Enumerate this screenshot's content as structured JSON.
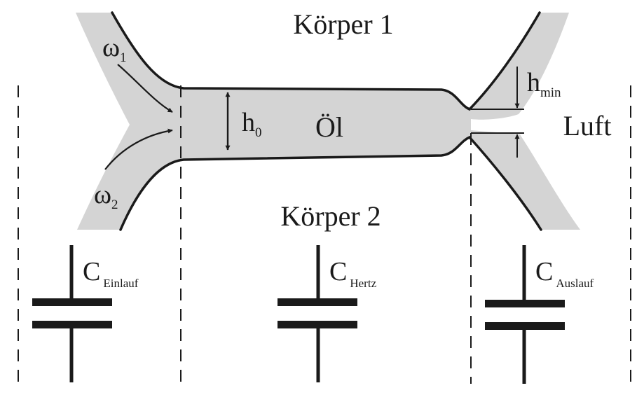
{
  "body1": {
    "label": "Körper 1"
  },
  "body2": {
    "label": "Körper 2"
  },
  "oil": {
    "label": "Öl"
  },
  "air": {
    "label": "Luft"
  },
  "omega1": {
    "symbol": "ω",
    "index": "1"
  },
  "omega2": {
    "symbol": "ω",
    "index": "2"
  },
  "h0": {
    "symbol": "h",
    "index": "0"
  },
  "hmin": {
    "symbol": "h",
    "index": "min"
  },
  "capacitors": [
    {
      "symbol": "C",
      "index": "Einlauf"
    },
    {
      "symbol": "C",
      "index": "Hertz"
    },
    {
      "symbol": "C",
      "index": "Auslauf"
    }
  ],
  "colors": {
    "fluid": "#d4d4d4",
    "line": "#1a1a1a"
  }
}
